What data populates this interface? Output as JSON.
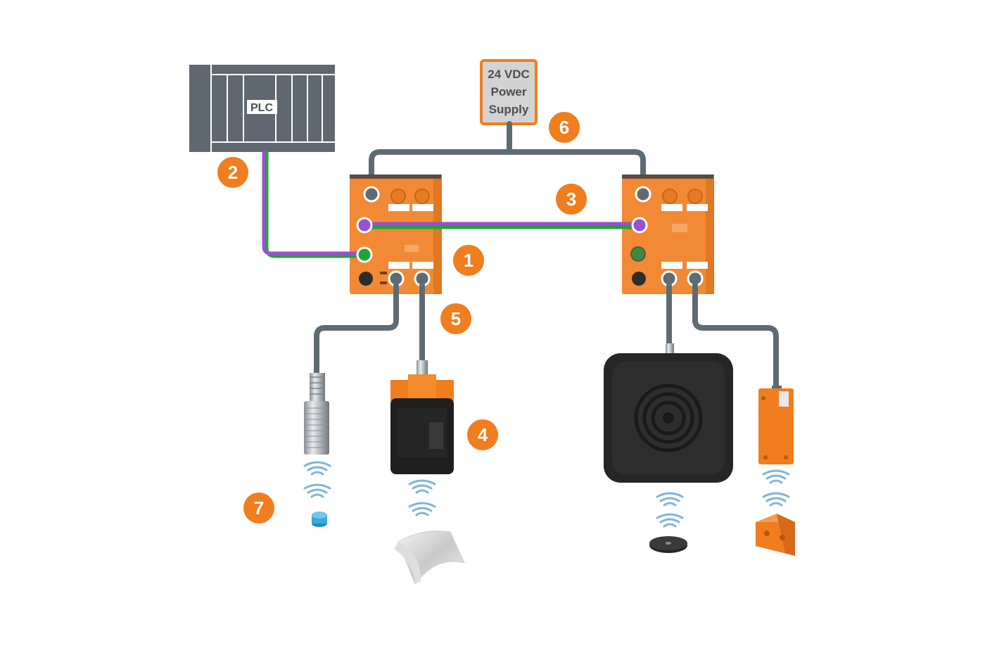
{
  "plc": {
    "label": "PLC"
  },
  "power_supply": {
    "line1": "24 VDC",
    "line2": "Power",
    "line3": "Supply"
  },
  "callouts": {
    "c1": "1",
    "c2": "2",
    "c3": "3",
    "c4": "4",
    "c5": "5",
    "c6": "6",
    "c7": "7"
  },
  "colors": {
    "accent_orange": "#f07d1e",
    "module_orange": "#f28a35",
    "cable_gray": "#5f6b73",
    "ethernet_purple": "#9b4fd0",
    "ethernet_green": "#22a33a",
    "plc_gray": "#5f6870",
    "wave_blue": "#7fb4d6"
  },
  "icons": [
    "plc-rack-icon",
    "power-supply-box",
    "io-link-master-module",
    "inductive-sensor-icon",
    "rfid-reader-icon",
    "rfid-antenna-icon",
    "proximity-switch-icon",
    "signal-wave-icon",
    "rfid-tag-icon"
  ]
}
